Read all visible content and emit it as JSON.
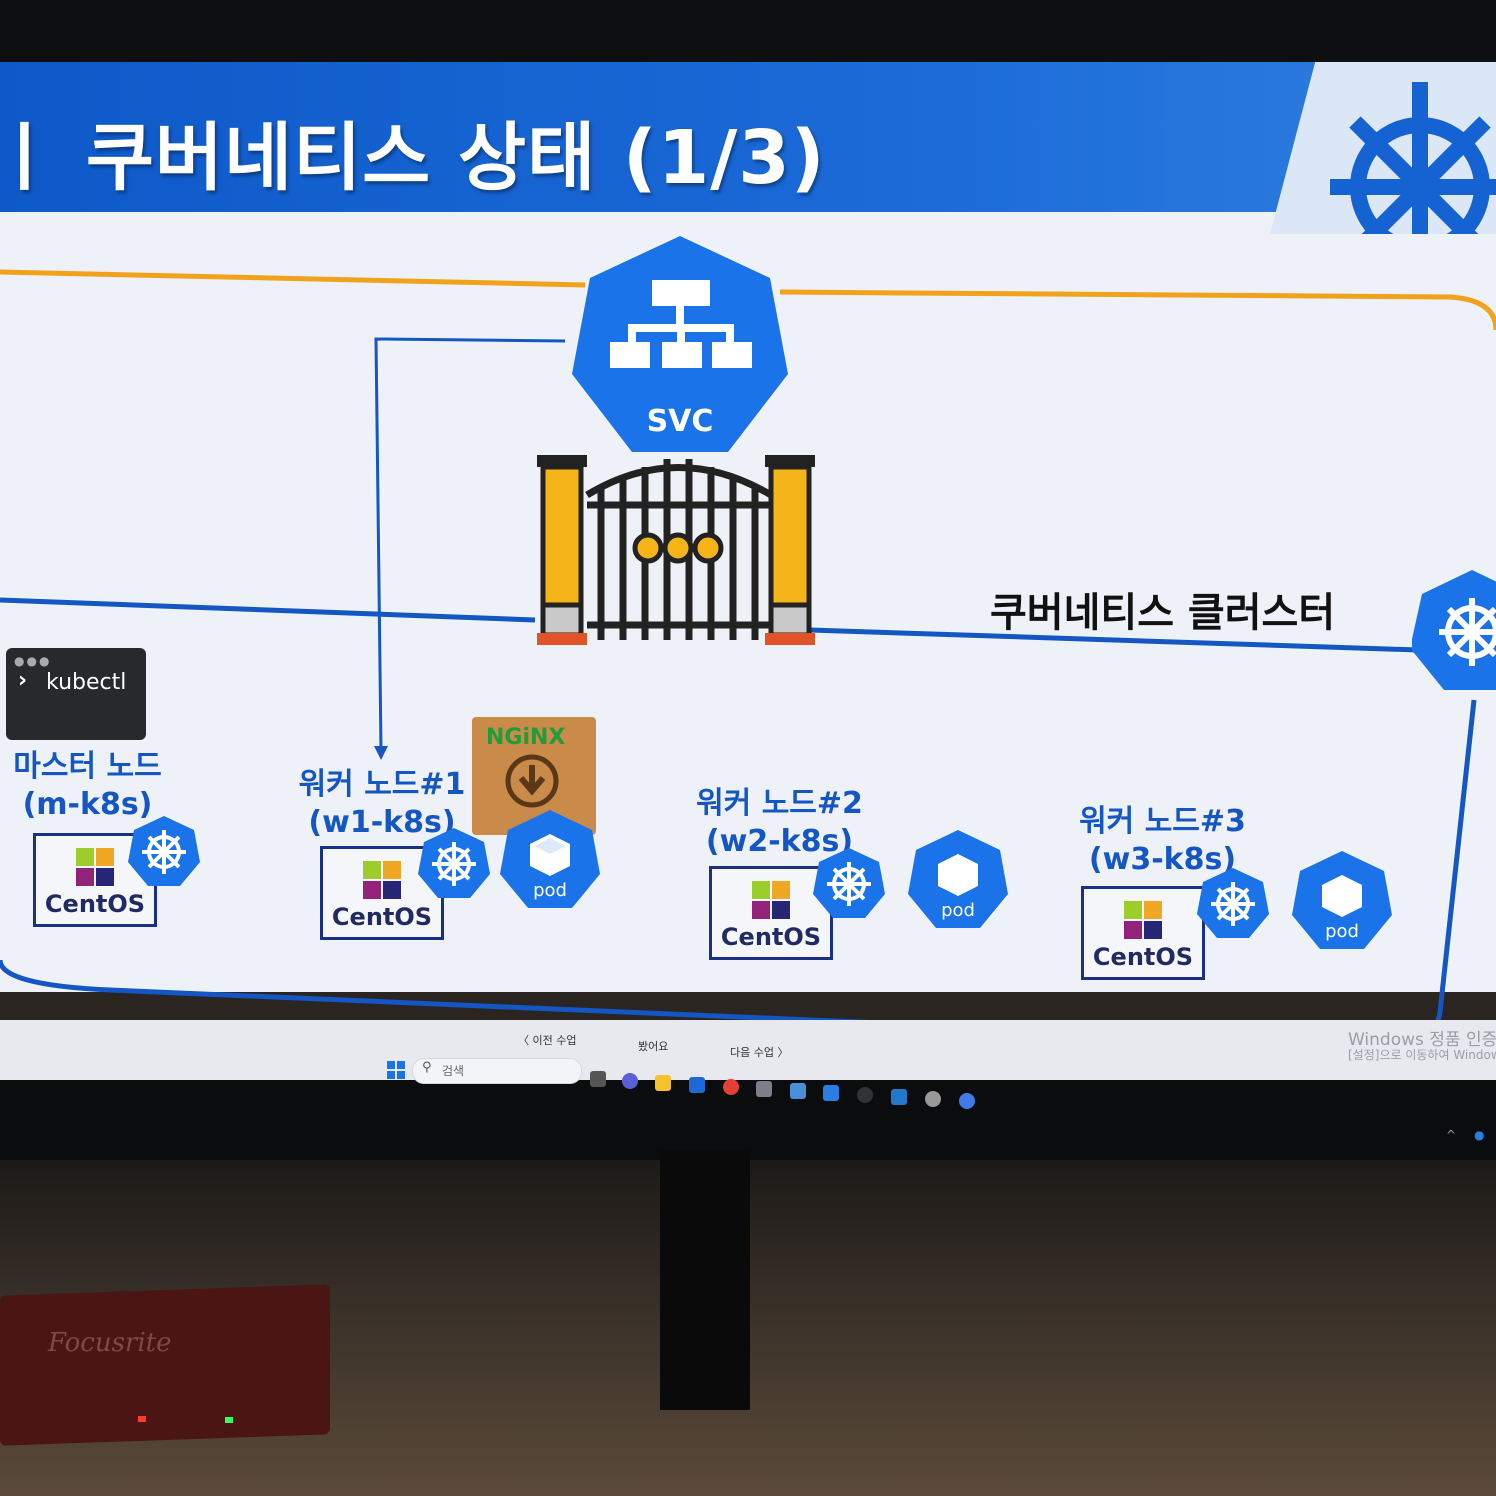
{
  "slide": {
    "title": "ㅣ 쿠버네티스 상태 (1/3)",
    "cluster_label": "쿠버네티스 클러스터",
    "svc_label": "SVC",
    "kubectl_label": "kubectl",
    "nginx_label": "NGiNX",
    "nodes": [
      {
        "name": "마스터 노드",
        "host": "(m-k8s)",
        "os": "CentOS"
      },
      {
        "name": "워커 노드#1",
        "host": "(w1-k8s)",
        "os": "CentOS",
        "pod": "pod"
      },
      {
        "name": "워커 노드#2",
        "host": "(w2-k8s)",
        "os": "CentOS",
        "pod": "pod"
      },
      {
        "name": "워커 노드#3",
        "host": "(w3-k8s)",
        "os": "CentOS",
        "pod": "pod"
      }
    ]
  },
  "player_nav": {
    "prev": "〈 이전 수업",
    "done": "봤어요",
    "next": "다음 수업 〉"
  },
  "watermark": {
    "line1": "Windows 정품 인증",
    "line2": "[설정]으로 이동하여 Windows"
  },
  "taskbar": {
    "search_placeholder": "검색"
  },
  "hardware": {
    "brand": "Focusrite"
  },
  "colors": {
    "header_blue": "#1562d3",
    "k8s_blue": "#1a73e8",
    "line_blue": "#1356c4",
    "orange_line": "#f0a21a",
    "gate_yellow": "#f5b418"
  }
}
